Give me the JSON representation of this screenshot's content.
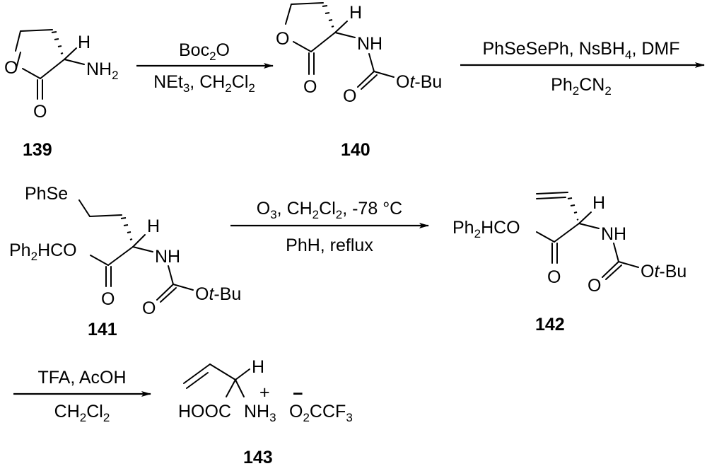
{
  "title": "Synthesis of vinylglycine trifluoroacetate salt",
  "compounds": {
    "c139": {
      "label": "139",
      "atoms": {
        "ring_O": "O",
        "carbonyl_O": "O",
        "H": "H",
        "amine": "NH",
        "amine_sub": "2"
      }
    },
    "c140": {
      "label": "140",
      "atoms": {
        "ring_O": "O",
        "carbonyl_O": "O",
        "H": "H",
        "nh": "NH",
        "boc_O": "O",
        "otbu_O": "O",
        "otbu_t": "t",
        "otbu_rest": "-Bu"
      }
    },
    "c141": {
      "label": "141",
      "atoms": {
        "phse": "PhSe",
        "ester_pre": "Ph",
        "ester_sub": "2",
        "ester_post": "HCO",
        "carbonyl_O": "O",
        "H": "H",
        "nh": "NH",
        "boc_O": "O",
        "otbu_O": "O",
        "otbu_t": "t",
        "otbu_rest": "-Bu"
      }
    },
    "c142": {
      "label": "142",
      "atoms": {
        "ester_pre": "Ph",
        "ester_sub": "2",
        "ester_post": "HCO",
        "carbonyl_O": "O",
        "H": "H",
        "nh": "NH",
        "boc_O": "O",
        "otbu_O": "O",
        "otbu_t": "t",
        "otbu_rest": "-Bu"
      }
    },
    "c143": {
      "label": "143",
      "atoms": {
        "H": "H",
        "acid": "HOOC",
        "ammonium": "NH",
        "ammonium_sub": "3",
        "plus": "+",
        "minus": "−",
        "anion_O": "O",
        "anion_sub1": "2",
        "anion_mid": "CCF",
        "anion_sub2": "3"
      }
    }
  },
  "reactions": [
    {
      "step": 1,
      "above": [
        {
          "t": "Boc"
        },
        {
          "t": "2",
          "sub": true
        },
        {
          "t": "O"
        }
      ],
      "below": [
        {
          "t": "NEt"
        },
        {
          "t": "3",
          "sub": true
        },
        {
          "t": ", CH"
        },
        {
          "t": "2",
          "sub": true
        },
        {
          "t": "Cl"
        },
        {
          "t": "2",
          "sub": true
        }
      ]
    },
    {
      "step": 2,
      "above": [
        {
          "t": "PhSeSePh, NsBH"
        },
        {
          "t": "4",
          "sub": true
        },
        {
          "t": ", DMF"
        }
      ],
      "below": [
        {
          "t": "Ph"
        },
        {
          "t": "2",
          "sub": true
        },
        {
          "t": "CN"
        },
        {
          "t": "2",
          "sub": true
        }
      ]
    },
    {
      "step": 3,
      "above": [
        {
          "t": "O"
        },
        {
          "t": "3",
          "sub": true
        },
        {
          "t": ", CH"
        },
        {
          "t": "2",
          "sub": true
        },
        {
          "t": "Cl"
        },
        {
          "t": "2",
          "sub": true
        },
        {
          "t": ", -78 °C"
        }
      ],
      "below": [
        {
          "t": "PhH, reflux"
        }
      ]
    },
    {
      "step": 4,
      "above": [
        {
          "t": "TFA, AcOH"
        }
      ],
      "below": [
        {
          "t": "CH"
        },
        {
          "t": "2",
          "sub": true
        },
        {
          "t": "Cl"
        },
        {
          "t": "2",
          "sub": true
        }
      ]
    }
  ]
}
